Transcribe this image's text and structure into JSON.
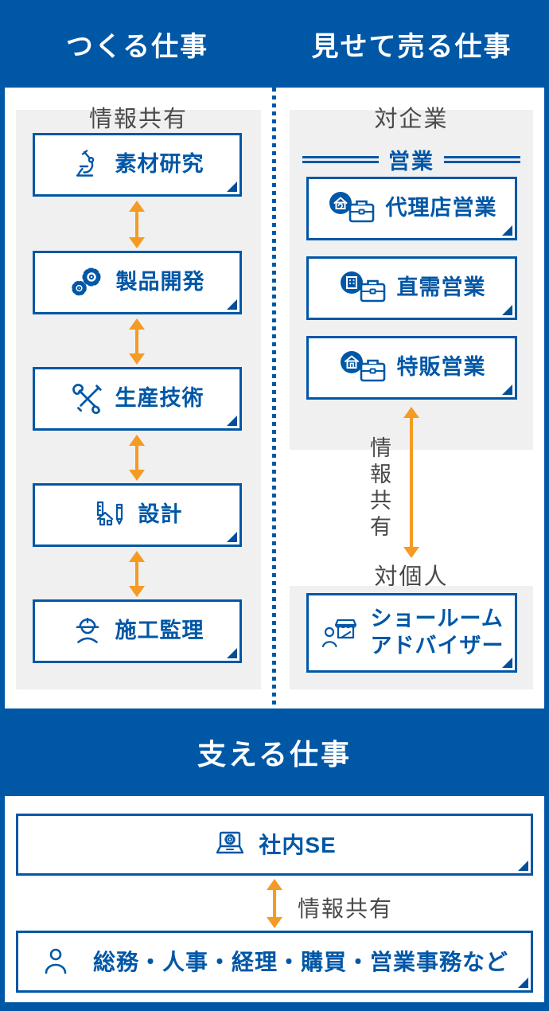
{
  "colors": {
    "blue": "#0057a6",
    "orange": "#f59b23",
    "panel_gray": "#f0f0f0",
    "label_gray": "#4a4a4a"
  },
  "header": {
    "left_title": "つくる仕事",
    "right_title": "見せて売る仕事"
  },
  "make_column": {
    "share_label": "情報共有",
    "jobs": [
      {
        "label": "素材研究",
        "icon": "microscope-icon"
      },
      {
        "label": "製品開発",
        "icon": "gears-icon"
      },
      {
        "label": "生産技術",
        "icon": "tools-icon"
      },
      {
        "label": "設計",
        "icon": "drafting-icon"
      },
      {
        "label": "施工監理",
        "icon": "helmet-icon"
      }
    ]
  },
  "sell_column": {
    "corporate_label": "対企業",
    "sales_heading": "営業",
    "sales_jobs": [
      {
        "label": "代理店営業",
        "icon": "agency-briefcase-icon"
      },
      {
        "label": "直需営業",
        "icon": "building-briefcase-icon"
      },
      {
        "label": "特販営業",
        "icon": "house-briefcase-icon"
      }
    ],
    "share_label": "情報共有",
    "individual_label": "対個人",
    "individual_job": {
      "label_line1": "ショールーム",
      "label_line2": "アドバイザー",
      "icon": "showroom-person-icon"
    }
  },
  "support": {
    "title": "支える仕事",
    "share_label": "情報共有",
    "jobs": [
      {
        "label": "社内SE",
        "icon": "laptop-gear-icon"
      },
      {
        "label": "総務・人事・経理・購買・営業事務など",
        "icon": "person-icon"
      }
    ]
  }
}
